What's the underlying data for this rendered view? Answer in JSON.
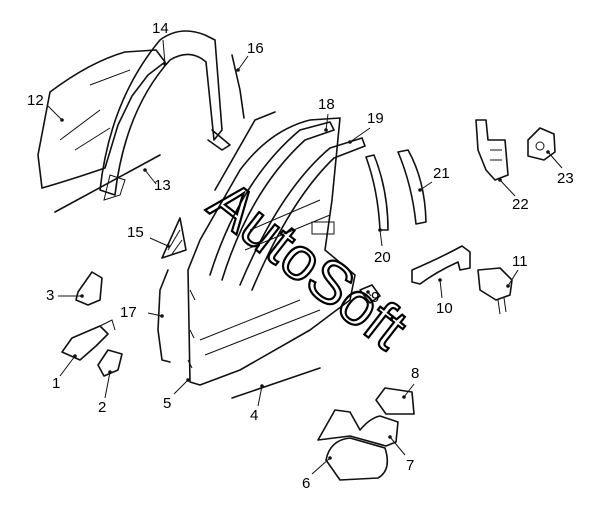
{
  "watermark": "AutoSoft",
  "callouts": [
    {
      "id": "1"
    },
    {
      "id": "2"
    },
    {
      "id": "3"
    },
    {
      "id": "4"
    },
    {
      "id": "5"
    },
    {
      "id": "6"
    },
    {
      "id": "7"
    },
    {
      "id": "8"
    },
    {
      "id": "9"
    },
    {
      "id": "10"
    },
    {
      "id": "11"
    },
    {
      "id": "12"
    },
    {
      "id": "13"
    },
    {
      "id": "14"
    },
    {
      "id": "15"
    },
    {
      "id": "16"
    },
    {
      "id": "17"
    },
    {
      "id": "18"
    },
    {
      "id": "19"
    },
    {
      "id": "20"
    },
    {
      "id": "21"
    },
    {
      "id": "22"
    },
    {
      "id": "23"
    }
  ]
}
